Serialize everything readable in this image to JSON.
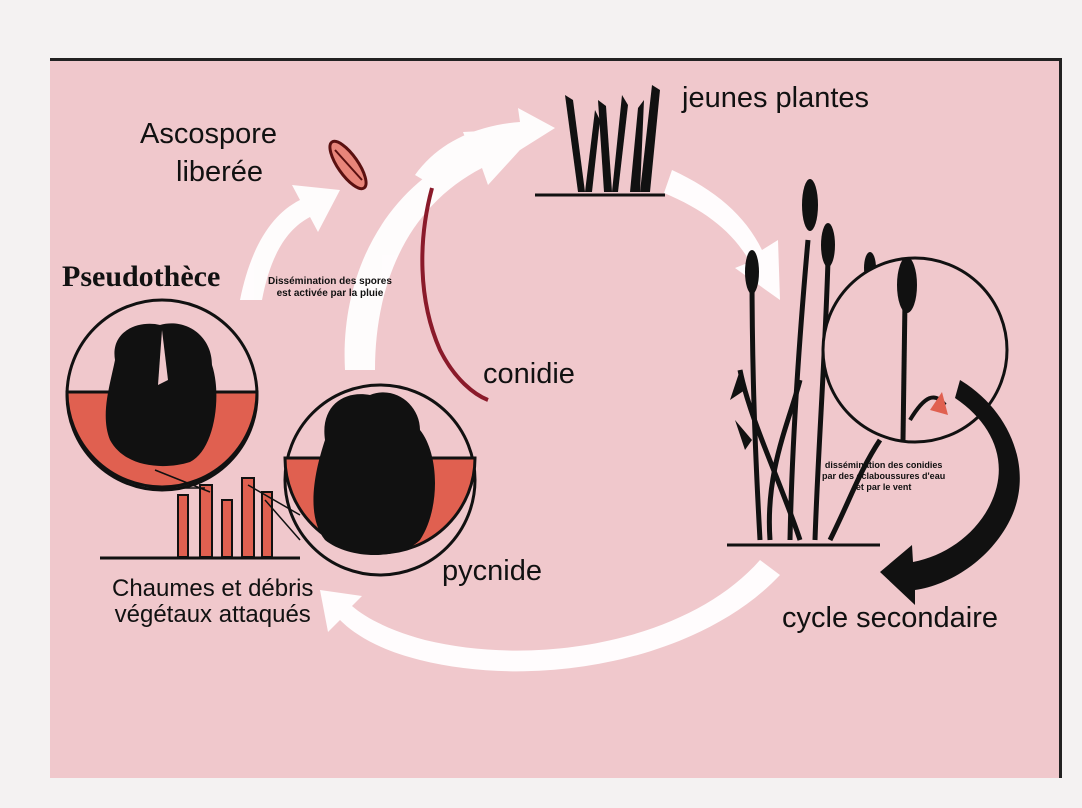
{
  "labels": {
    "ascospore": "Ascospore",
    "liberee": "liberée",
    "pseudotheque": "Pseudothèce",
    "dissemination_spores_1": "Dissémination des spores",
    "dissemination_spores_2": "est activée par la pluie",
    "conidie": "conidie",
    "jeunes_plantes": "jeunes plantes",
    "pycnide": "pycnide",
    "chaumes_1": "Chaumes et débris",
    "chaumes_2": "végétaux attaqués",
    "dissemination_conidies_1": "dissémination des conidies",
    "dissemination_conidies_2": "par des éclaboussures d'eau",
    "dissemination_conidies_3": "et par le vent",
    "cycle_secondaire": "cycle secondaire"
  },
  "colors": {
    "background": "#f0c8cc",
    "tissue_red": "#e06050",
    "fungus_black": "#111111",
    "arrow_white": "#ffffff"
  }
}
